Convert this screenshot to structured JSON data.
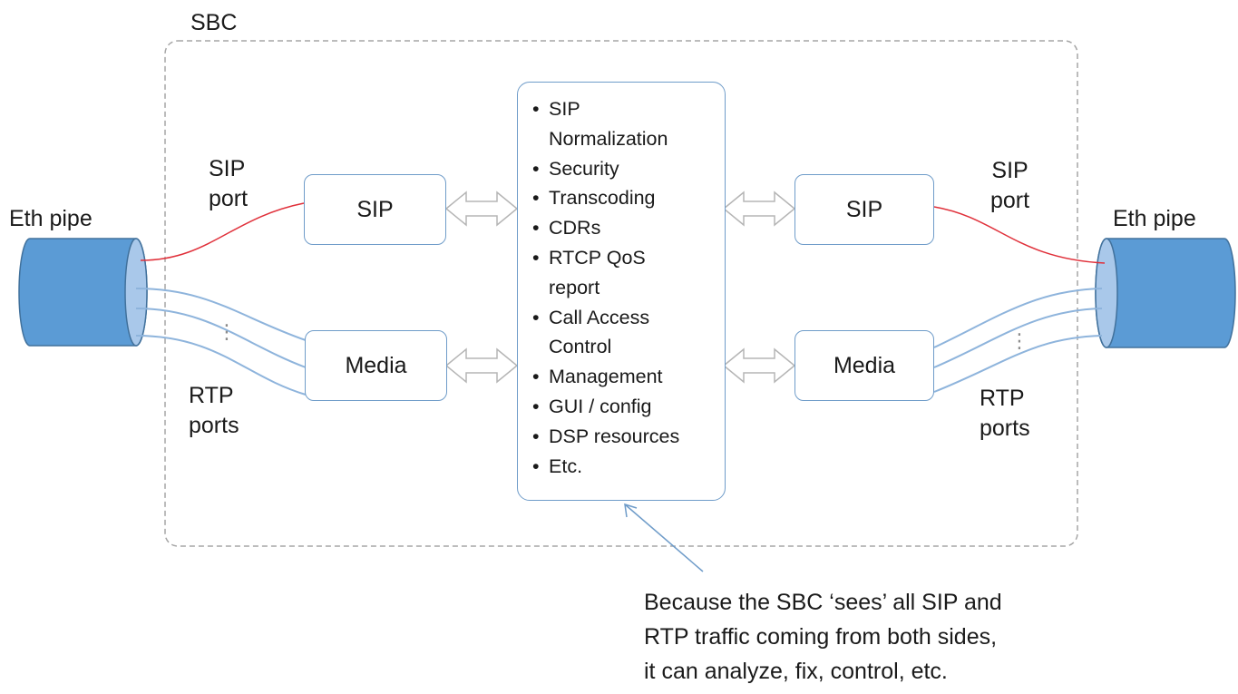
{
  "sbc_label": "SBC",
  "left": {
    "pipe_label": "Eth pipe",
    "sip_port_label": [
      "SIP",
      "port"
    ],
    "rtp_ports_label": [
      "RTP",
      "ports"
    ],
    "sip_box": "SIP",
    "media_box": "Media",
    "ellipsis": "⋮"
  },
  "right": {
    "pipe_label": "Eth pipe",
    "sip_port_label": [
      "SIP",
      "port"
    ],
    "rtp_ports_label": [
      "RTP",
      "ports"
    ],
    "sip_box": "SIP",
    "media_box": "Media",
    "ellipsis": "⋮"
  },
  "functions": [
    "SIP",
    "Normalization",
    "Security",
    "Transcoding",
    "CDRs",
    "RTCP QoS",
    "report",
    "Call Access",
    "Control",
    "Management",
    "GUI / config",
    "DSP resources",
    "Etc."
  ],
  "callout": [
    "Because the SBC ‘sees’ all SIP and",
    "RTP traffic coming from both sides,",
    "it can analyze, fix, control, etc."
  ],
  "colors": {
    "pipe": "#5b9bd5",
    "pipe_edge": "#41719c",
    "pipe_face": "#a9c8ea",
    "sip_link": "#e0303a",
    "rtp_link": "#8eb4dc",
    "box_border": "#6f9cc9",
    "frame": "#a6a6a6",
    "arrow": "#b5b5b5"
  }
}
